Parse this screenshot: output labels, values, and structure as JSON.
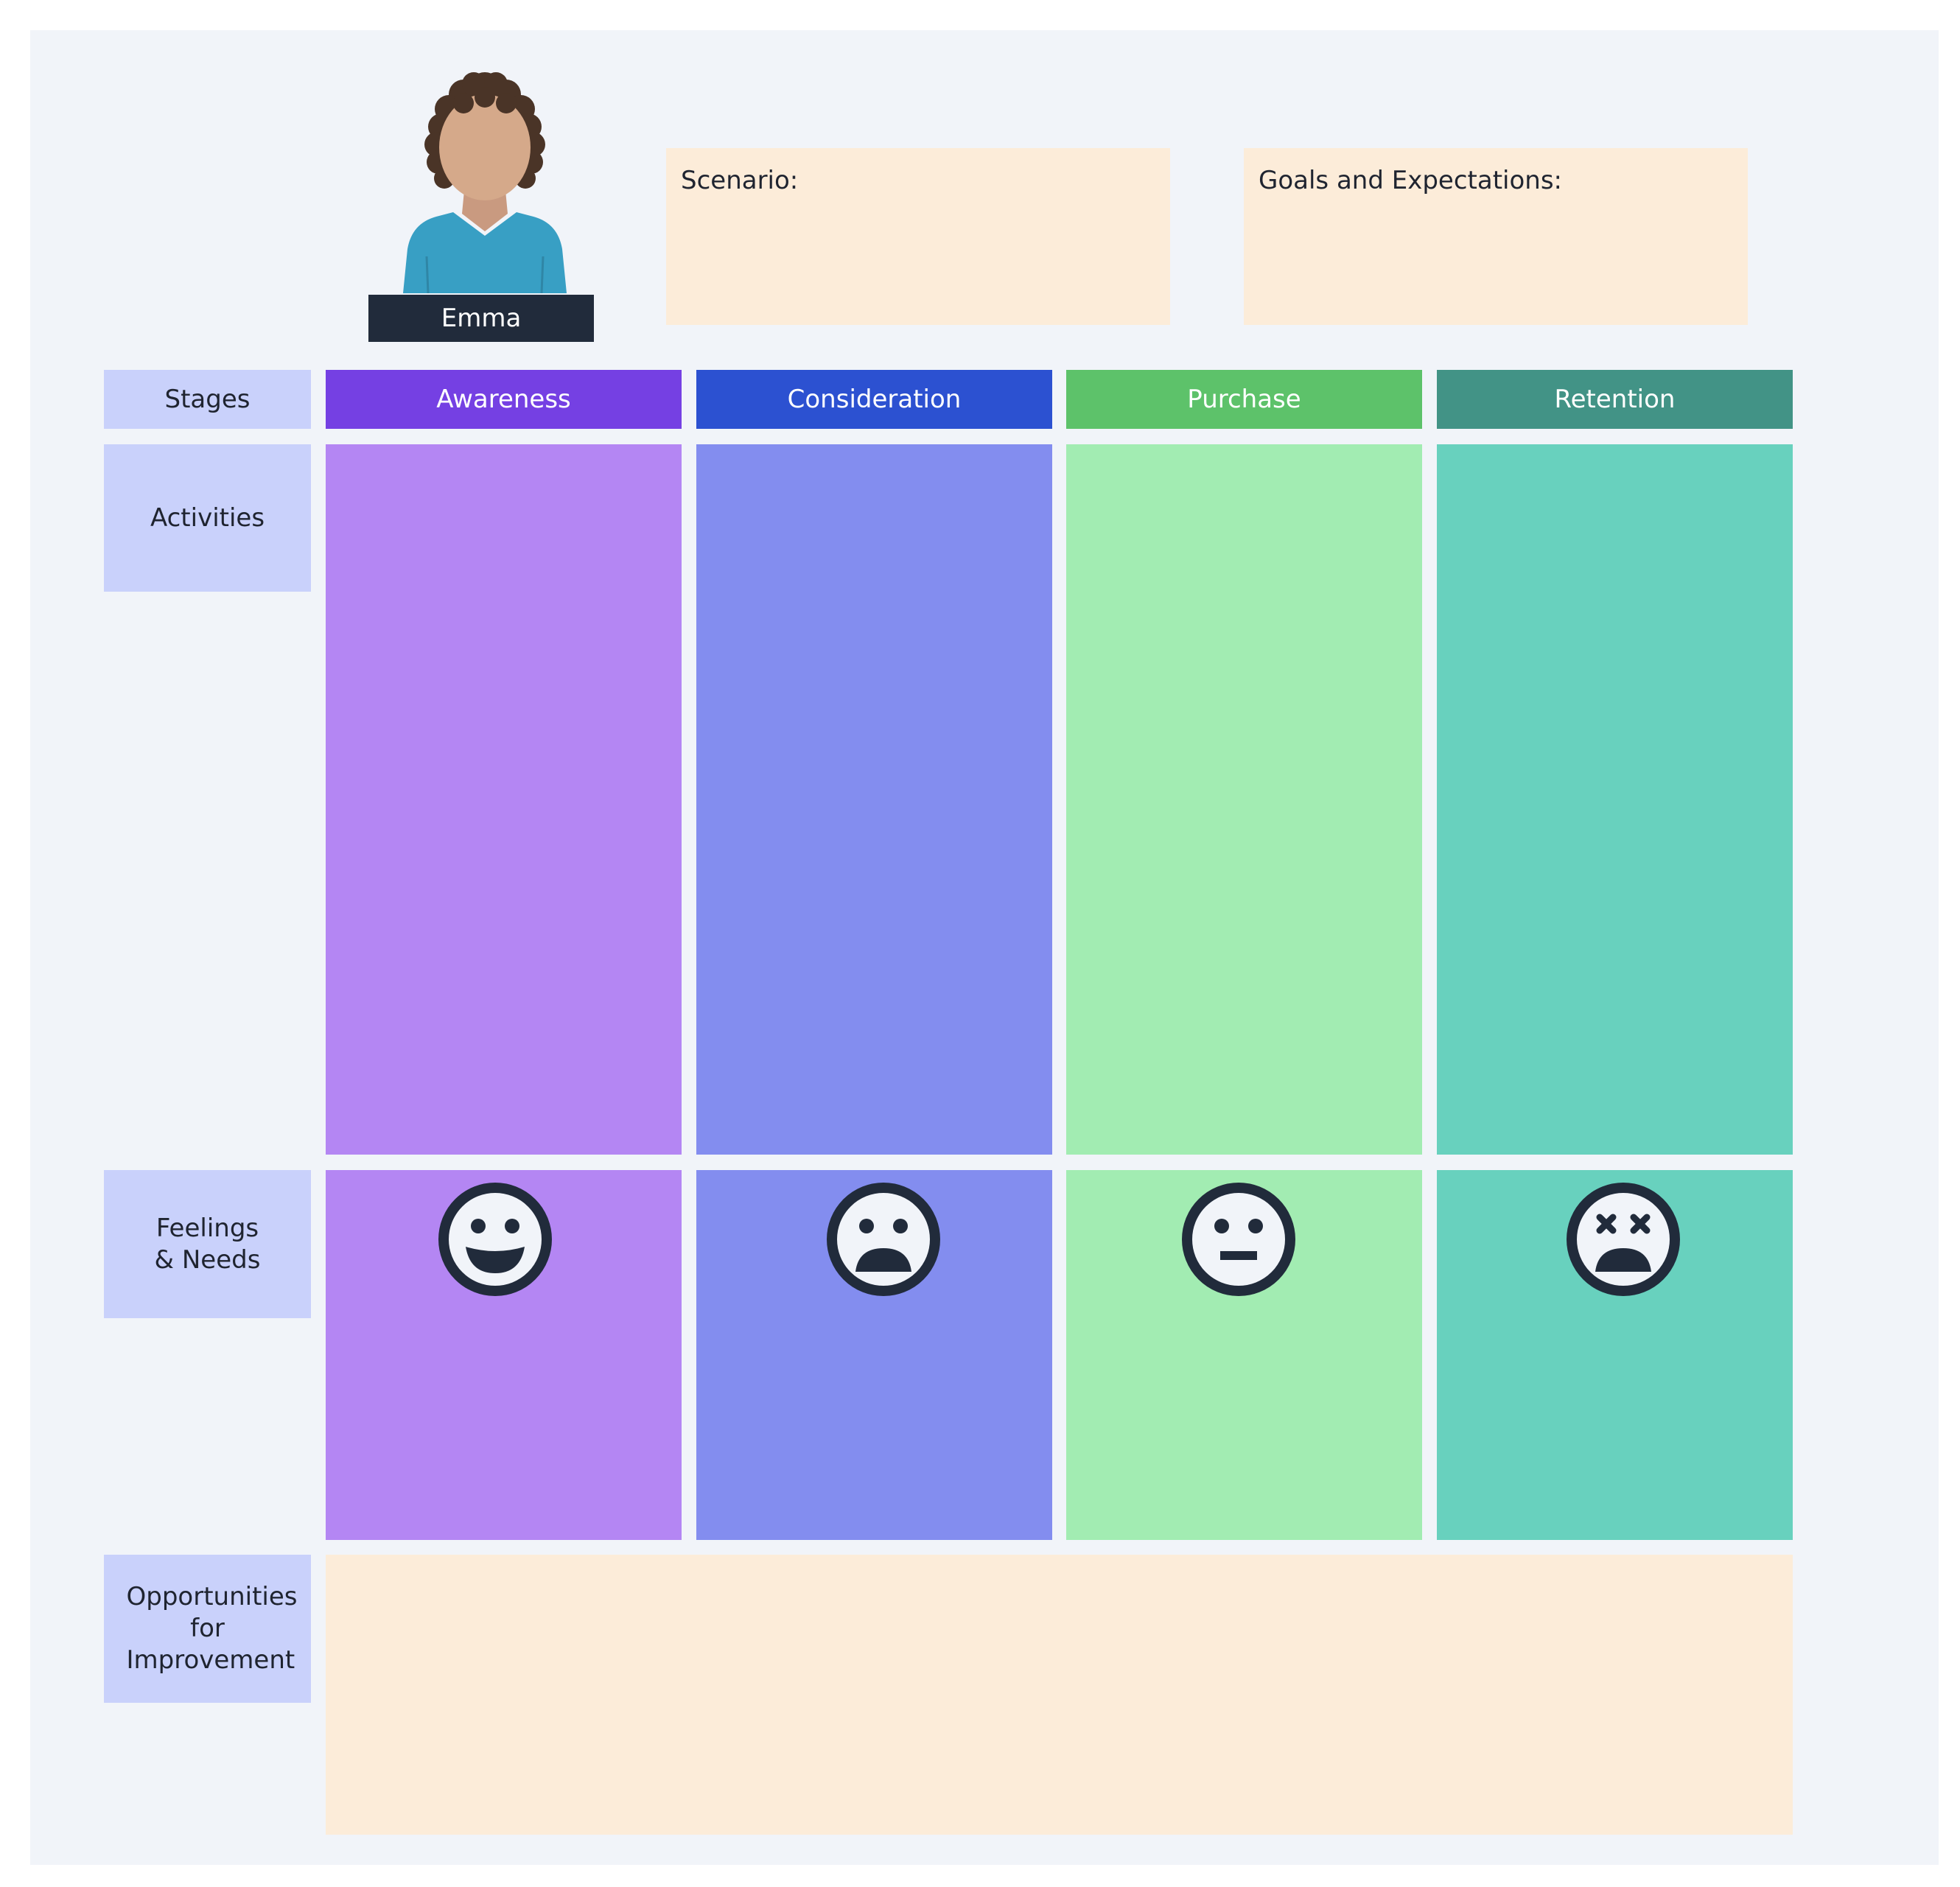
{
  "persona": {
    "name": "Emma",
    "avatar_icon": "woman-avatar-icon"
  },
  "scenario": {
    "label": "Scenario:"
  },
  "goals": {
    "label": "Goals and Expectations:"
  },
  "rows": {
    "stages": "Stages",
    "activities": "Activities",
    "feelings": "Feelings & Needs",
    "opportunities": "Opportunities for Improvement"
  },
  "stages": [
    {
      "label": "Awareness",
      "header_color": "#7540e3",
      "cell_color": "#b486f3",
      "feeling_icon": "happy-face-icon"
    },
    {
      "label": "Consideration",
      "header_color": "#2c51d1",
      "cell_color": "#838def",
      "feeling_icon": "sad-face-icon"
    },
    {
      "label": "Purchase",
      "header_color": "#5dc26a",
      "cell_color": "#a2ecb2",
      "feeling_icon": "neutral-face-icon"
    },
    {
      "label": "Retention",
      "header_color": "#429386",
      "cell_color": "#68d1be",
      "feeling_icon": "dizzy-face-icon"
    }
  ],
  "colors": {
    "background": "#f1f4f9",
    "row_label": "#c9d1fb",
    "note_box": "#fcecd9",
    "name_tag": "#212b3b",
    "face_outline": "#212b3b"
  }
}
